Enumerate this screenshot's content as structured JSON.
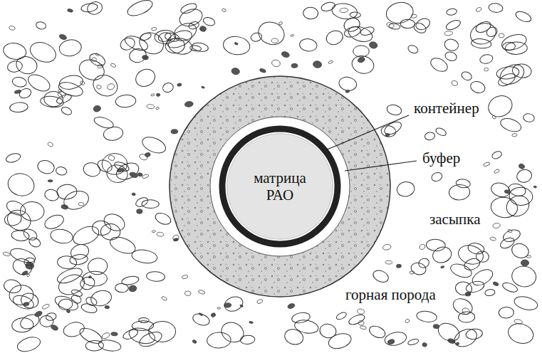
{
  "diagram": {
    "nodes": [
      {
        "text": [
          "матрица РАО"
        ]
      }
    ],
    "labels": [
      "контейнер",
      "буфер",
      "засыпка",
      "горная порода"
    ]
  }
}
